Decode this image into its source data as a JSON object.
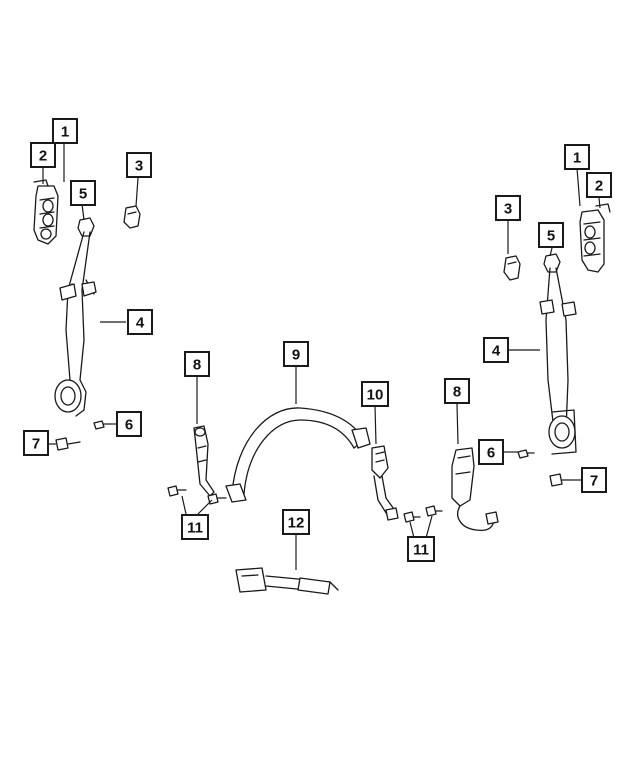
{
  "callouts": [
    {
      "id": "c1-left",
      "label": "1"
    },
    {
      "id": "c2-left",
      "label": "2"
    },
    {
      "id": "c3-left",
      "label": "3"
    },
    {
      "id": "c5-left",
      "label": "5"
    },
    {
      "id": "c4-left",
      "label": "4"
    },
    {
      "id": "c6-left",
      "label": "6"
    },
    {
      "id": "c7-left",
      "label": "7"
    },
    {
      "id": "c8-left",
      "label": "8"
    },
    {
      "id": "c9",
      "label": "9"
    },
    {
      "id": "c10",
      "label": "10"
    },
    {
      "id": "c11-left",
      "label": "11"
    },
    {
      "id": "c12",
      "label": "12"
    },
    {
      "id": "c8-right",
      "label": "8"
    },
    {
      "id": "c11-right",
      "label": "11"
    },
    {
      "id": "c1-right",
      "label": "1"
    },
    {
      "id": "c2-right",
      "label": "2"
    },
    {
      "id": "c3-right",
      "label": "3"
    },
    {
      "id": "c5-right",
      "label": "5"
    },
    {
      "id": "c4-right",
      "label": "4"
    },
    {
      "id": "c6-right",
      "label": "6"
    },
    {
      "id": "c7-right",
      "label": "7"
    }
  ],
  "colors": {
    "ink": "#1a1a1a",
    "background": "#ffffff"
  }
}
